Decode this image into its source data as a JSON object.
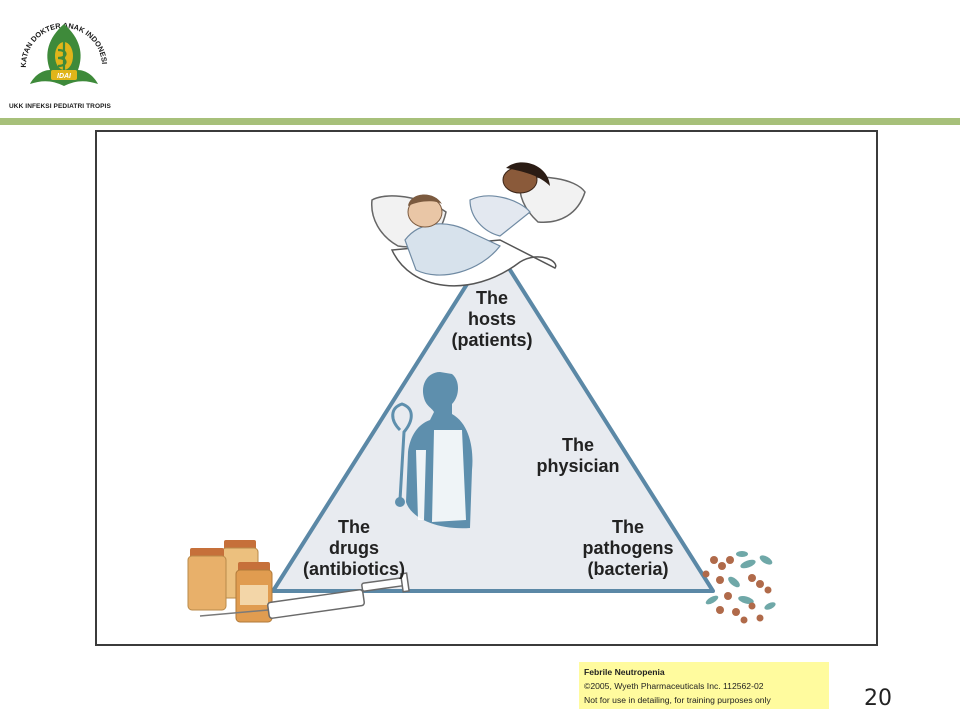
{
  "logo": {
    "arc_text": "IKATAN DOKTER ANAK INDONESIA",
    "badge_text": "IDAI",
    "caption": "UKK INFEKSI PEDIATRI TROPIS"
  },
  "diagram": {
    "nodes": {
      "hosts": "The\nhosts\n(patients)",
      "physician": "The\nphysician",
      "drugs": "The\ndrugs\n(antibiotics)",
      "pathogens": "The\npathogens\n(bacteria)"
    }
  },
  "notice": {
    "title": "Febrile Neutropenia",
    "line1": "©2005, Wyeth Pharmaceuticals Inc. 112562-02",
    "line2": "Not for use in detailing, for training purposes only"
  },
  "page_number": "20",
  "colors": {
    "divider": "#a7c07a",
    "triangle_edge": "#5b88a6",
    "triangle_fill": "#e8ebf0",
    "figure_blue": "#5e8fad",
    "logo_green": "#3e8a3a",
    "logo_gold": "#e0b51a",
    "notice_bg": "#fffb9e"
  }
}
